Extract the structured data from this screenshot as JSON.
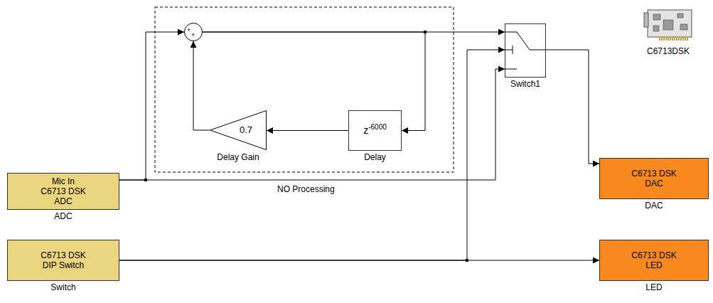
{
  "diagram": {
    "nodes": [
      {
        "text": [
          "+",
          "+"
        ]
      },
      {
        "text": [
          "C6713DSK"
        ]
      },
      {
        "text": [
          "Switch1"
        ]
      },
      {
        "text": [
          "0.7",
          "Delay Gain"
        ]
      },
      {
        "text": [
          "z",
          "-6000",
          "Delay"
        ]
      },
      {
        "text": [
          "Mic In C6713 DSK ADC",
          "ADC"
        ]
      },
      {
        "text": [
          "C6713 DSK DAC",
          "DAC"
        ]
      },
      {
        "text": [
          "C6713 DSK DIP Switch",
          "Switch"
        ]
      },
      {
        "text": [
          "C6713 DSK LED",
          "LED"
        ]
      }
    ],
    "edges": [
      {
        "from": 5,
        "to": 0,
        "arrow": "to"
      },
      {
        "from": 0,
        "to": 2,
        "arrow": "to"
      },
      {
        "from": 0,
        "to": 4,
        "arrow": "to"
      },
      {
        "from": 4,
        "to": 3,
        "arrow": "to"
      },
      {
        "from": 3,
        "to": 0,
        "arrow": "to"
      },
      {
        "from": 5,
        "to": 2,
        "label": "NO Processing",
        "arrow": "to"
      },
      {
        "from": 2,
        "to": 6,
        "arrow": "to"
      },
      {
        "from": 7,
        "to": 2,
        "arrow": "to"
      },
      {
        "from": 7,
        "to": 8,
        "arrow": "to"
      }
    ]
  }
}
